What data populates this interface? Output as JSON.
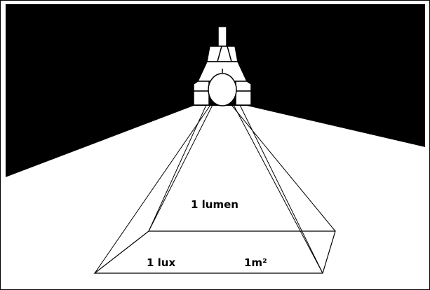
{
  "diagram": {
    "labels": {
      "lumen": "1 lumen",
      "lux": "1 lux",
      "area": "1m²"
    },
    "colors": {
      "background": "#000000",
      "floor": "#ffffff",
      "lines": "#000000",
      "lamp": "#ffffff"
    }
  }
}
